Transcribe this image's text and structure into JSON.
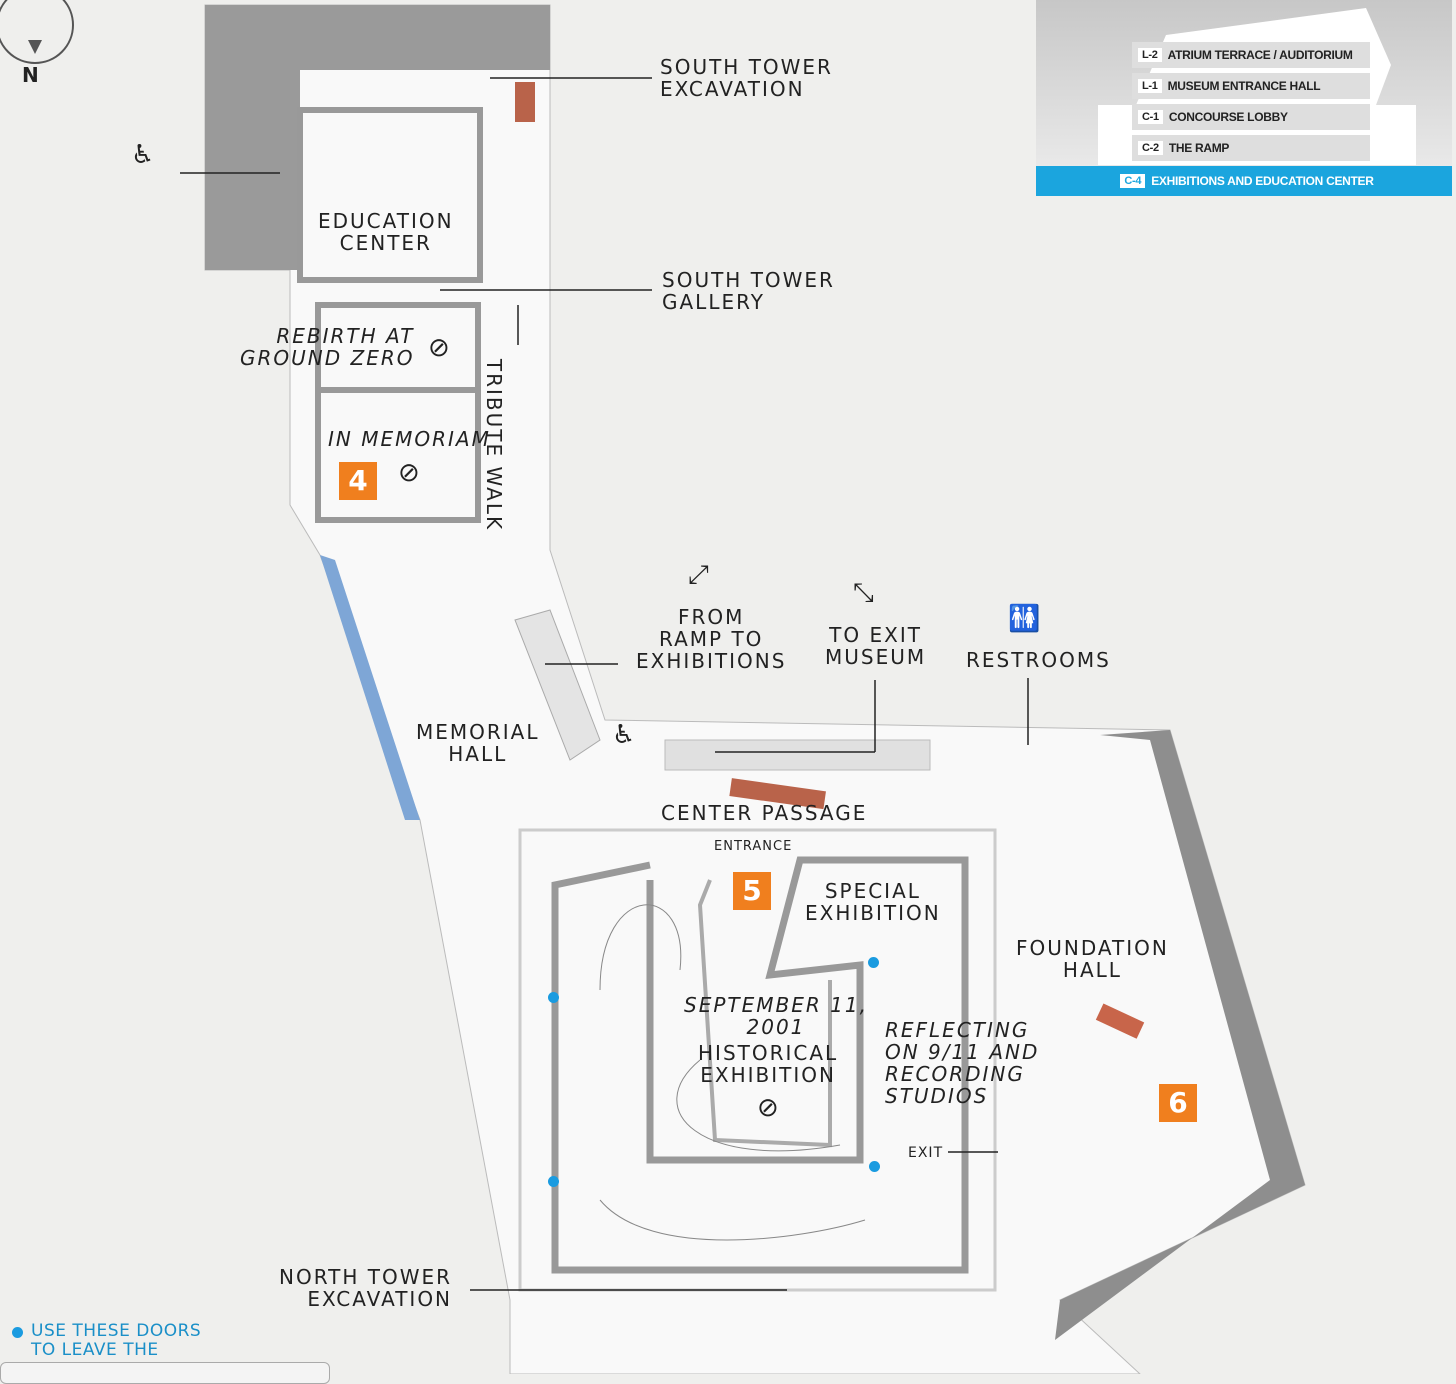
{
  "compass": {
    "label": "N"
  },
  "labels": {
    "south_tower_excavation": "SOUTH TOWER\nEXCAVATION",
    "education_center": "EDUCATION\nCENTER",
    "south_tower_gallery": "SOUTH TOWER\nGALLERY",
    "rebirth": "REBIRTH AT\nGROUND ZERO",
    "in_memoriam": "IN MEMORIAM",
    "tribute_walk": "TRIBUTE WALK",
    "from_ramp": "FROM\nRAMP TO\nEXHIBITIONS",
    "to_exit": "TO EXIT\nMUSEUM",
    "restrooms": "RESTROOMS",
    "memorial_hall": "MEMORIAL\nHALL",
    "center_passage": "CENTER PASSAGE",
    "entrance": "ENTRANCE",
    "special_exhibition": "SPECIAL\nEXHIBITION",
    "foundation_hall": "FOUNDATION\nHALL",
    "historical": "SEPTEMBER 11,\n2001",
    "historical2": "HISTORICAL\nEXHIBITION",
    "reflecting": "REFLECTING\nON 9/11 AND\nRECORDING\nSTUDIOS",
    "exit": "EXIT",
    "north_tower_excavation": "NORTH TOWER\nEXCAVATION"
  },
  "markers": {
    "m4": "4",
    "m5": "5",
    "m6": "6"
  },
  "legend": {
    "levels": [
      {
        "code": "L-2",
        "name": "ATRIUM TERRACE / AUDITORIUM"
      },
      {
        "code": "L-1",
        "name": "MUSEUM ENTRANCE HALL"
      },
      {
        "code": "C-1",
        "name": "CONCOURSE LOBBY"
      },
      {
        "code": "C-2",
        "name": "THE RAMP"
      },
      {
        "code": "C-4",
        "name": "EXHIBITIONS AND EDUCATION CENTER"
      }
    ]
  },
  "doors_note": "USE THESE DOORS\nTO LEAVE THE",
  "colors": {
    "accent": "#1ba5de",
    "marker": "#f07f1e",
    "door_dot": "#1a9be0"
  }
}
